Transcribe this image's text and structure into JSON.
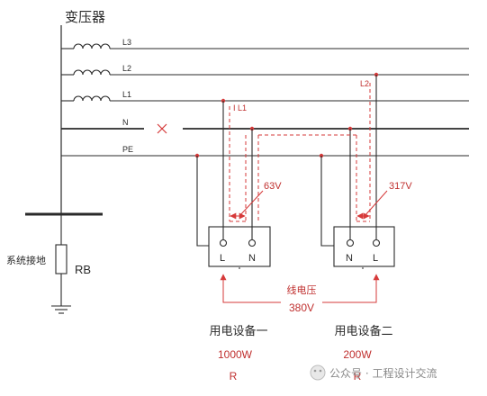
{
  "diagram": {
    "title": "变压器",
    "phase_labels": [
      "L3",
      "L2",
      "L1"
    ],
    "neutral_label": "N",
    "pe_label": "PE",
    "current_labels": {
      "i1": "I L1",
      "i2": "L2"
    },
    "voltage_labels": {
      "v1": "63V",
      "v2": "317V"
    },
    "grounding_label": "系统接地",
    "grounding_resistor": "RB",
    "device1": {
      "terminal_left": "L",
      "terminal_right": "N",
      "name": "用电设备一",
      "power": "1000W",
      "load": "R"
    },
    "device2": {
      "terminal_left": "N",
      "terminal_right": "L",
      "name": "用电设备二",
      "power": "200W",
      "load": "R"
    },
    "line_voltage": {
      "name": "线电压",
      "value": "380V"
    },
    "watermark": "公众号 · 工程设计交流",
    "colors": {
      "ink": "#2a2a2a",
      "red": "#d63a3a",
      "red_label": "#c0302f"
    }
  }
}
